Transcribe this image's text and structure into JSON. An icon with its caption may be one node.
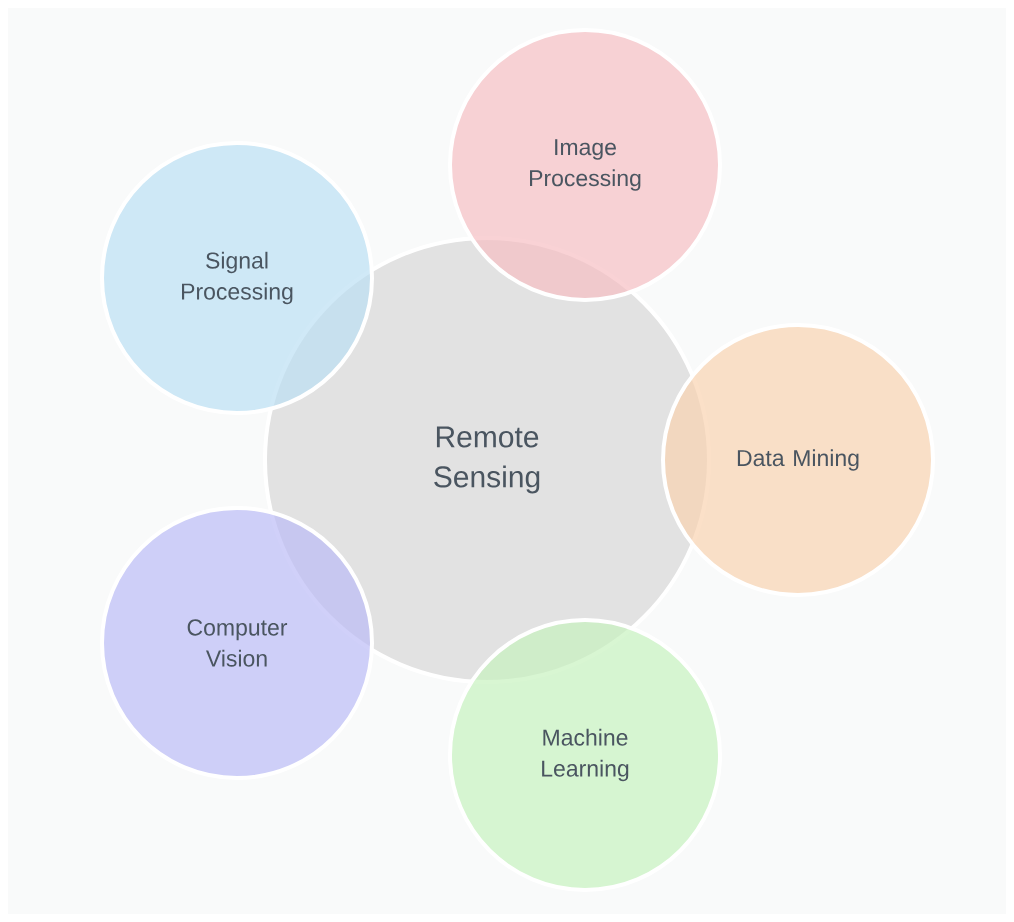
{
  "diagram": {
    "nodes": [
      {
        "text": [
          "Remote Sensing"
        ]
      },
      {
        "text": [
          "Image Processing"
        ]
      },
      {
        "text": [
          "Signal Processing"
        ]
      },
      {
        "text": [
          "Data Mining"
        ]
      },
      {
        "text": [
          "Computer Vision"
        ]
      },
      {
        "text": [
          "Machine Learning"
        ]
      }
    ]
  }
}
